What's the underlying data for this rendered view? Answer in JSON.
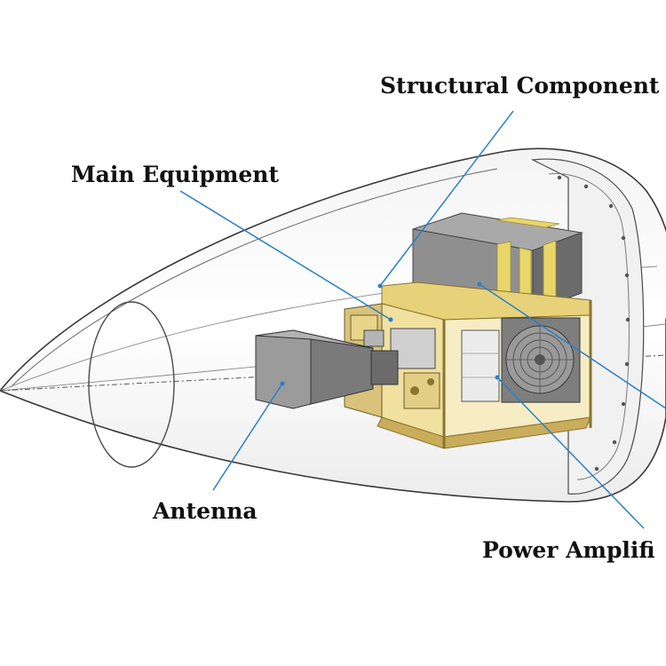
{
  "labels": {
    "structural_components": "Structural Component",
    "main_equipment": "Main Equipment",
    "antenna": "Antenna",
    "power_amplifier": "Power Amplifi"
  },
  "colors": {
    "leader_line": "#2a7fc8",
    "radome_outline": "#3a3a3a",
    "frame_yellow": "#e7d27a",
    "frame_gold": "#c9ad5a",
    "box_gray": "#8f8f8f",
    "box_gray_dark": "#6b6b6b",
    "antenna_gray": "#8a8a8a",
    "panel_light": "#e6e6e6"
  }
}
